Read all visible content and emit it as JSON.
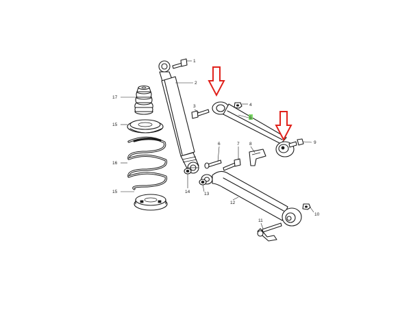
{
  "colors": {
    "line": "#1a1a1a",
    "arrow": "#e0211b",
    "highlight": "#7fdc6a",
    "background": "#ffffff"
  },
  "callouts": {
    "c1": "1",
    "c2": "2",
    "c3": "3",
    "c4": "4",
    "c5": "5",
    "c6": "6",
    "c7": "7",
    "c8": "8",
    "c9": "9",
    "c10": "10",
    "c11": "11",
    "c12": "12",
    "c13": "13",
    "c14": "14",
    "c15a": "15",
    "c15b": "15",
    "c16": "16",
    "c17": "17"
  },
  "highlighted_part": "5"
}
